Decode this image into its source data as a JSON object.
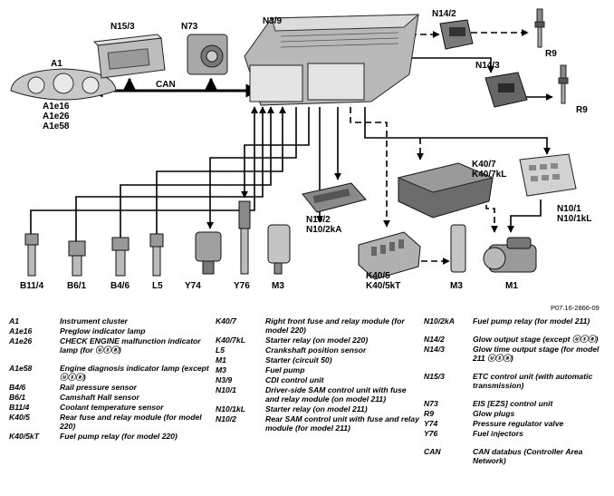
{
  "components": {
    "a1": "A1",
    "a1_sub": [
      "A1e16",
      "A1e26",
      "A1e58"
    ],
    "n15_3": "N15/3",
    "n73": "N73",
    "n3_9": "N3/9",
    "n14_2": "N14/2",
    "n14_3": "N14/3",
    "r9_top": "R9",
    "r9_mid": "R9",
    "can": "CAN",
    "k40_7": [
      "K40/7",
      "K40/7kL"
    ],
    "n10_1": [
      "N10/1",
      "N10/1kL"
    ],
    "n10_2": [
      "N10/2",
      "N10/2kA"
    ],
    "k40_5": [
      "K40/5",
      "K40/5kT"
    ],
    "bottom": [
      "B11/4",
      "B6/1",
      "B4/6",
      "L5",
      "Y74",
      "Y76",
      "M3",
      "M3",
      "M1"
    ]
  },
  "reference": "P07.16-2866-09",
  "legend": {
    "col1": [
      {
        "code": "A1",
        "desc": "Instrument cluster"
      },
      {
        "code": "A1e16",
        "desc": "Preglow indicator lamp"
      },
      {
        "code": "A1e26",
        "desc": "CHECK ENGINE malfunction indicator lamp (for ⓤⓢⓐ)"
      },
      {
        "code": "A1e58",
        "desc": "Engine diagnosis indicator lamp (except ⓤⓢⓐ)"
      },
      {
        "code": "B4/6",
        "desc": "Rail pressure sensor"
      },
      {
        "code": "B6/1",
        "desc": "Camshaft Hall sensor"
      },
      {
        "code": "B11/4",
        "desc": "Coolant temperature sensor"
      },
      {
        "code": "K40/5",
        "desc": "Rear fuse and relay module (for model 220)"
      },
      {
        "code": "K40/5kT",
        "desc": "Fuel pump relay (for model 220)"
      }
    ],
    "col2": [
      {
        "code": "K40/7",
        "desc": "Right front fuse and relay module (for model 220)"
      },
      {
        "code": "K40/7kL",
        "desc": "Starter relay (on model 220)"
      },
      {
        "code": "L5",
        "desc": "Crankshaft position sensor"
      },
      {
        "code": "M1",
        "desc": "Starter (circuit 50)"
      },
      {
        "code": "M3",
        "desc": "Fuel pump"
      },
      {
        "code": "N3/9",
        "desc": "CDI control unit"
      },
      {
        "code": "N10/1",
        "desc": "Driver-side SAM control unit with fuse and relay module (on model 211)"
      },
      {
        "code": "N10/1kL",
        "desc": "Starter relay (on model 211)"
      },
      {
        "code": "N10/2",
        "desc": "Rear SAM control unit with fuse and relay module (for model 211)"
      }
    ],
    "col3": [
      {
        "code": "N10/2kA",
        "desc": "Fuel pump relay (for model 211)"
      },
      {
        "code": "N14/2",
        "desc": "Glow output stage (except ⓤⓢⓐ)"
      },
      {
        "code": "N14/3",
        "desc": "Glow time output stage (for model 211 ⓤⓢⓐ)"
      },
      {
        "code": "N15/3",
        "desc": "ETC control unit (with automatic transmission)"
      },
      {
        "code": "N73",
        "desc": "EIS [EZS] control unit"
      },
      {
        "code": "R9",
        "desc": "Glow plugs"
      },
      {
        "code": "Y74",
        "desc": "Pressure regulator valve"
      },
      {
        "code": "Y76",
        "desc": "Fuel injectors"
      },
      {
        "code": "CAN",
        "desc": "CAN databus (Controller Area Network)"
      }
    ]
  }
}
